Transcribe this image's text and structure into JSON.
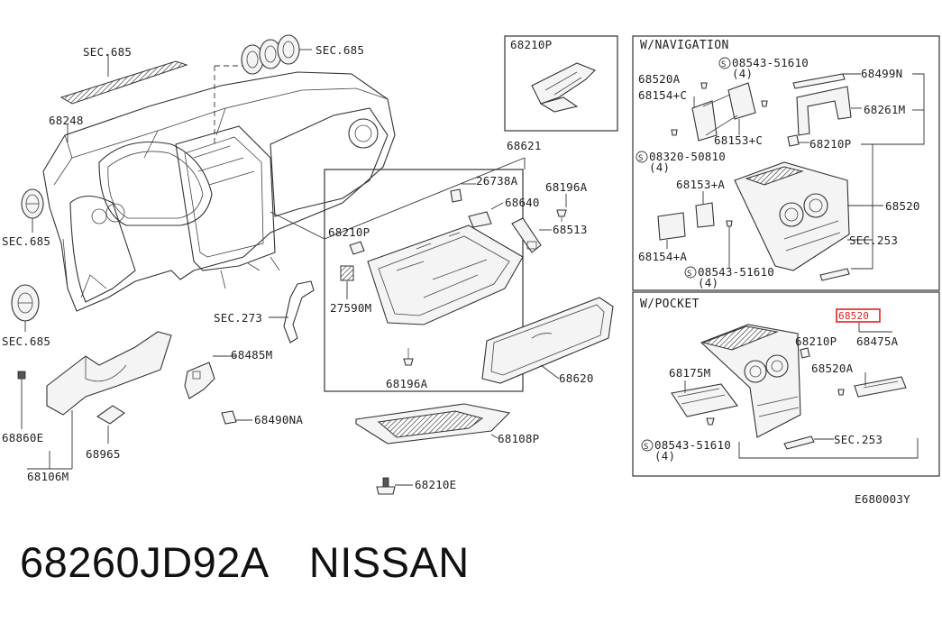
{
  "diagram": {
    "code": "E680003Y",
    "sections": {
      "navigation_header": "W/NAVIGATION",
      "pocket_header": "W/POCKET"
    },
    "highlight_color": "#e02020",
    "labels": {
      "sec685_top": "SEC.685",
      "sec685_right": "SEC.685",
      "sec685_left_upper": "SEC.685",
      "sec685_left_lower": "SEC.685",
      "p68248": "68248",
      "sec273": "SEC.273",
      "p68485m": "68485M",
      "p68490na": "68490NA",
      "p68860e": "68860E",
      "p68965": "68965",
      "p68106m": "68106M",
      "p68210p_box": "68210P",
      "p68621": "68621",
      "p26738a": "26738A",
      "p68196a_top": "68196A",
      "p68640": "68640",
      "p68513": "68513",
      "p68210p_glove": "68210P",
      "p27590m": "27590M",
      "p68196a_bottom": "68196A",
      "p68620": "68620",
      "p68108p": "68108P",
      "p68210e": "68210E",
      "nav_68520a": "68520A",
      "nav_08543_51610_top": "08543-51610",
      "nav_qty_top": "(4)",
      "nav_68499n": "68499N",
      "nav_68154c": "68154+C",
      "nav_68261m": "68261M",
      "nav_68153c": "68153+C",
      "nav_68210p": "68210P",
      "nav_08320_50810": "08320-50810",
      "nav_qty_mid": "(4)",
      "nav_68153a": "68153+A",
      "nav_68520": "68520",
      "nav_sec253": "SEC.253",
      "nav_68154a": "68154+A",
      "nav_08543_51610_bottom": "08543-51610",
      "nav_qty_bottom": "(4)",
      "pocket_68520": "68520",
      "pocket_68210p": "68210P",
      "pocket_68475a": "68475A",
      "pocket_68175m": "68175M",
      "pocket_68520a": "68520A",
      "pocket_08543_51610": "08543-51610",
      "pocket_qty": "(4)",
      "pocket_sec253": "SEC.253"
    },
    "screw_symbol": "S"
  },
  "caption": {
    "part_number": "68260JD92A",
    "manufacturer": "NISSAN"
  }
}
